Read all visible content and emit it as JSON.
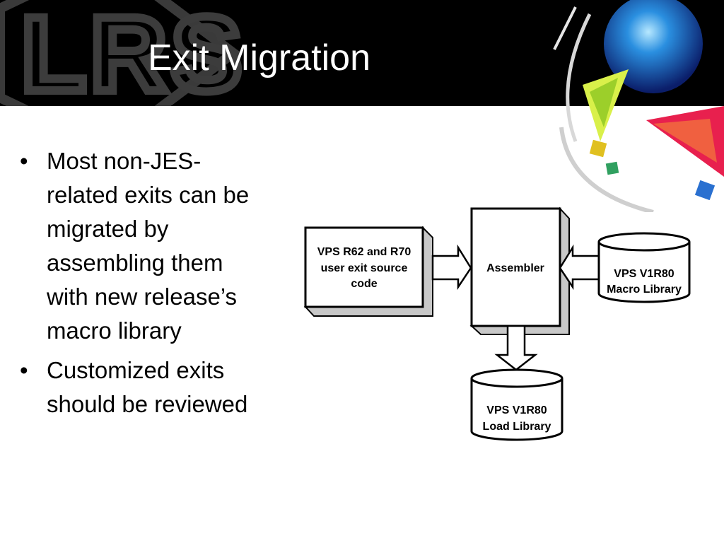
{
  "slide": {
    "title": "Exit Migration",
    "logo_text": "LRS",
    "bullets": [
      "Most non-JES-related exits can be migrated by assembling them with new release’s macro library",
      "Customized exits should be reviewed"
    ],
    "bullet_symbol": "•"
  },
  "diagram": {
    "source_box": [
      "VPS R62 and R70",
      "user exit source",
      "code"
    ],
    "assembler_box": "Assembler",
    "macro_library": [
      "VPS V1R80",
      "Macro Library"
    ],
    "load_library": [
      "VPS V1R80",
      "Load Library"
    ]
  },
  "colors": {
    "header_bg": "#000000",
    "title_text": "#ffffff",
    "box_shadow": "#c8c8c8"
  }
}
